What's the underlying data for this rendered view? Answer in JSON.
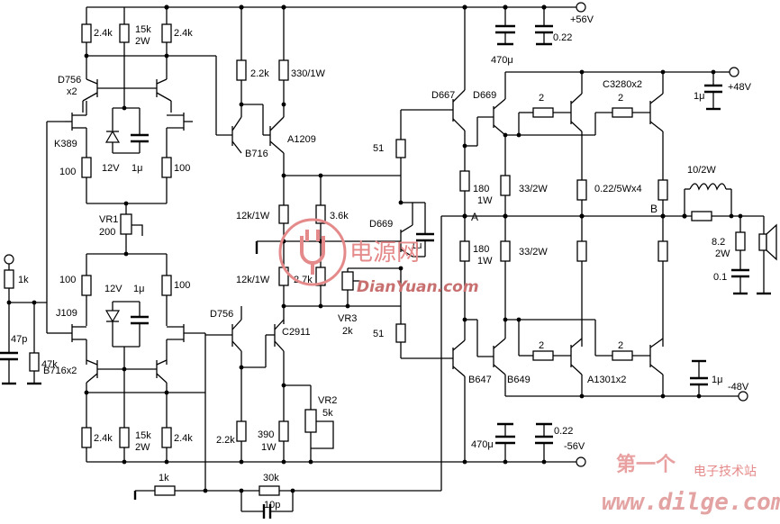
{
  "supply": {
    "pos56": "+56V",
    "neg56": "-56V",
    "pos48": "+48V",
    "neg48": "-48V"
  },
  "nodes": {
    "a": "A",
    "b": "B"
  },
  "labels": {
    "r_2_4k_tl": "2.4k",
    "r_15k_2w_top_v": "15k",
    "r_15k_2w_top_w": "2W",
    "r_2_4k_tr": "2.4k",
    "q_d756_top": "D756",
    "q_d756_top_x2": "x2",
    "q_k389": "K389",
    "r_100_tl": "100",
    "z_12v_top": "12V",
    "c_1u_top": "1μ",
    "r_100_tr": "100",
    "vr1": "VR1",
    "vr1_val": "200",
    "r_100_bl": "100",
    "z_12v_bot": "12V",
    "c_1u_bot": "1μ",
    "r_100_br": "100",
    "q_j109": "J109",
    "q_b716x2": "B716x2",
    "r_2_4k_bl": "2.4k",
    "r_15k_2w_bot_v": "15k",
    "r_15k_2w_bot_w": "2W",
    "r_2_4k_br": "2.4k",
    "r_1k_in": "1k",
    "c_47p": "47p",
    "r_47k": "47k",
    "r_2_2k_top": "2.2k",
    "r_330_1w": "330/1W",
    "q_b716": "B716",
    "q_a1209": "A1209",
    "r_12k_1w_a": "12k/1W",
    "r_3_6k": "3.6k",
    "r_12k_1w_b": "12k/1W",
    "r_2_7k": "2.7k",
    "q_d669_drv": "D669",
    "c_1u_mid": "1μ",
    "vr3": "VR3",
    "vr3_val": "2k",
    "q_d756_bot": "D756",
    "q_c2911": "C2911",
    "vr2": "VR2",
    "vr2_val": "5k",
    "r_2_2k_bot": "2.2k",
    "r_390_v": "390",
    "r_390_w": "1W",
    "r_1k_fb": "1k",
    "r_30k": "30k",
    "c_10p": "10p",
    "r_51_top": "51",
    "r_51_bot": "51",
    "q_d667": "D667",
    "q_d669_out": "D669",
    "q_b647": "B647",
    "q_b649": "B649",
    "r_180_top_v": "180",
    "r_180_top_w": "1W",
    "r_180_bot_v": "180",
    "r_180_bot_w": "1W",
    "r_33_2w_top": "33/2W",
    "r_33_2w_bot": "33/2W",
    "r_0_22_5w": "0.22/5Wx4",
    "r_2_top_a": "2",
    "r_2_top_b": "2",
    "r_2_bot_a": "2",
    "r_2_bot_b": "2",
    "q_c3280": "C3280x2",
    "q_a1301": "A1301x2",
    "c_1u_48p": "1μ",
    "c_1u_48n": "1μ",
    "c_470u_top": "470μ",
    "c_0_22_top": "0.22",
    "c_470u_bot": "470μ",
    "c_0_22_bot": "0.22",
    "l_10_2w": "10/2W",
    "r_8_2_v": "8.2",
    "r_8_2_w": "2W",
    "c_0_1": "0.1"
  },
  "watermarks": {
    "dianyuan_cn": "电源网",
    "dianyuan_url": "DianYuan.com",
    "dilge_cn": "第一个",
    "dilge_sub": "电子技术站",
    "dilge_url": "www.dilge.com"
  }
}
